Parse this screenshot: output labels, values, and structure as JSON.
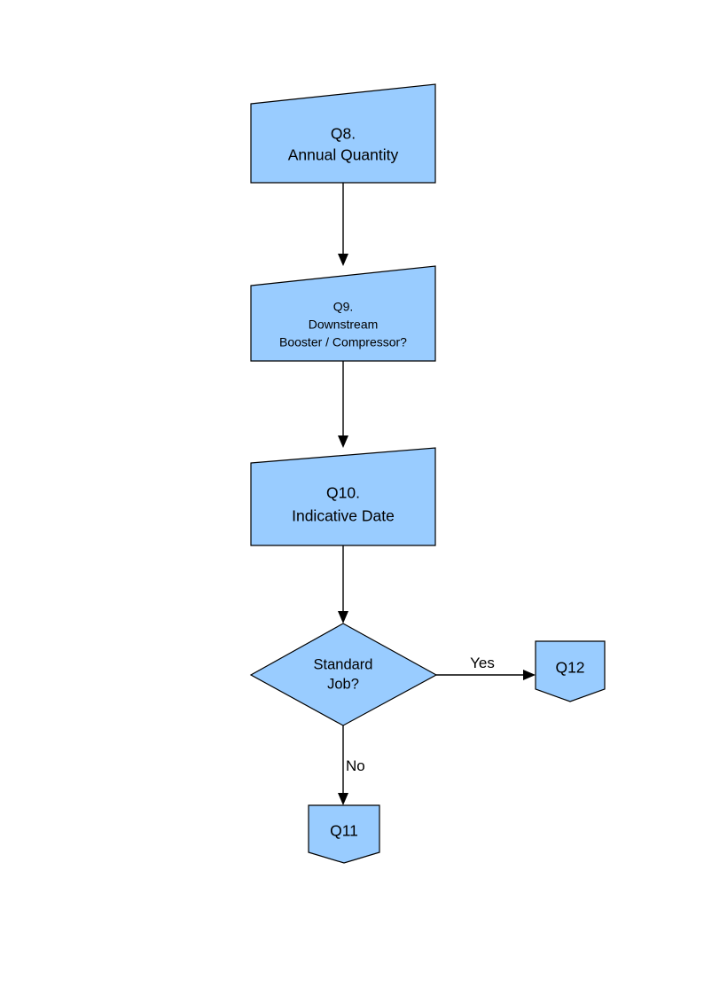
{
  "diagram": {
    "type": "flowchart",
    "background_color": "#ffffff",
    "node_fill_color": "#99ccff",
    "node_stroke_color": "#000000",
    "text_color": "#000000",
    "nodes": [
      {
        "id": "q8",
        "shape": "skewed-rectangle",
        "lines": [
          "Q8.",
          "Annual Quantity"
        ],
        "line1": "Q8.",
        "line2": "Annual Quantity",
        "line3": ""
      },
      {
        "id": "q9",
        "shape": "skewed-rectangle",
        "lines": [
          "Q9.",
          "Downstream",
          "Booster / Compressor?"
        ],
        "line1": "Q9.",
        "line2": "Downstream",
        "line3": "Booster / Compressor?"
      },
      {
        "id": "q10",
        "shape": "skewed-rectangle",
        "lines": [
          "Q10.",
          "Indicative Date"
        ],
        "line1": "Q10.",
        "line2": "Indicative Date",
        "line3": ""
      },
      {
        "id": "decision",
        "shape": "diamond",
        "lines": [
          "Standard",
          "Job?"
        ],
        "line1": "Standard",
        "line2": "Job?"
      },
      {
        "id": "q12",
        "shape": "shield-pentagon",
        "label": "Q12"
      },
      {
        "id": "q11",
        "shape": "shield-pentagon",
        "label": "Q11"
      }
    ],
    "edges": [
      {
        "id": "q8-to-q9",
        "from": "q8",
        "to": "q9",
        "label": "",
        "direction": "down"
      },
      {
        "id": "q9-to-q10",
        "from": "q9",
        "to": "q10",
        "label": "",
        "direction": "down"
      },
      {
        "id": "q10-to-decision",
        "from": "q10",
        "to": "decision",
        "label": "",
        "direction": "down"
      },
      {
        "id": "decision-to-q12",
        "from": "decision",
        "to": "q12",
        "label": "Yes",
        "direction": "right"
      },
      {
        "id": "decision-to-q11",
        "from": "decision",
        "to": "q11",
        "label": "No",
        "direction": "down"
      }
    ]
  }
}
